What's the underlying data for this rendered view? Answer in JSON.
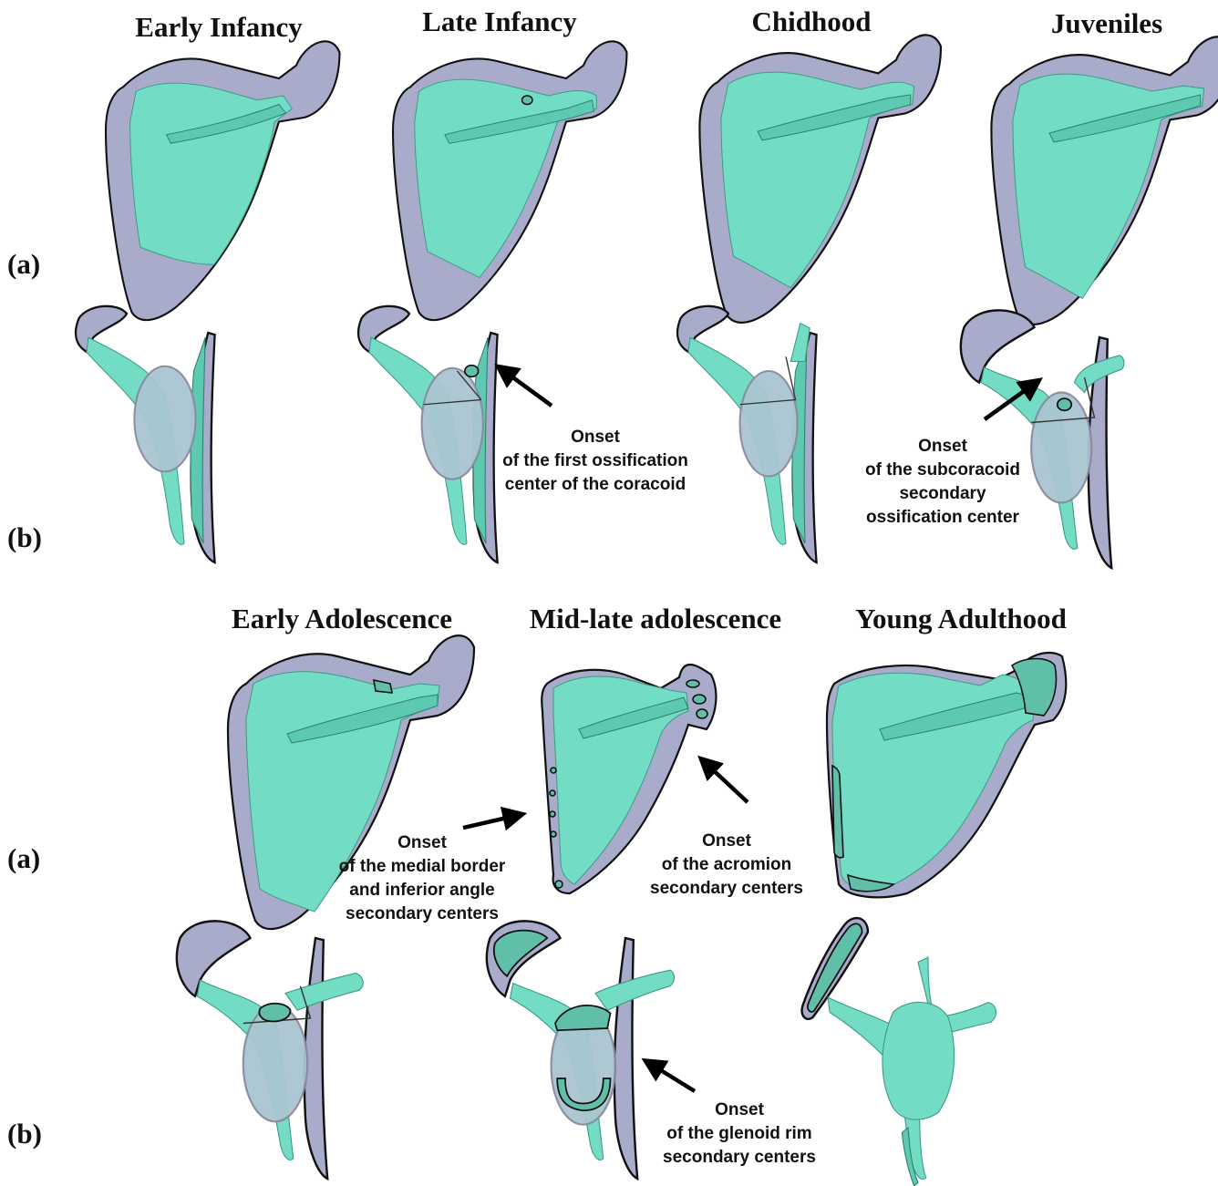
{
  "stages": {
    "early_infancy": "Early Infancy",
    "late_infancy": "Late Infancy",
    "childhood": "Chidhood",
    "juveniles": "Juveniles",
    "early_adolescence": "Early Adolescence",
    "mid_late_adolescence": "Mid-late adolescence",
    "young_adulthood": "Young Adulthood"
  },
  "row_labels": {
    "a": "(a)",
    "b": "(b)"
  },
  "annotations": {
    "coracoid_first": [
      "Onset",
      "of the first ossification",
      "center of the coracoid"
    ],
    "subcoracoid": [
      "Onset",
      "of the subcoracoid",
      "secondary",
      "ossification center"
    ],
    "medial_border": [
      "Onset",
      "of the medial border",
      "and inferior angle",
      "secondary centers"
    ],
    "acromion": [
      "Onset",
      "of the acromion",
      "secondary centers"
    ],
    "glenoid_rim": [
      "Onset",
      "of the glenoid rim",
      "secondary centers"
    ]
  },
  "colors": {
    "bone": "#72dcc4",
    "cartilage": "#a8abc9",
    "glenoid": "#a9c6d0"
  }
}
